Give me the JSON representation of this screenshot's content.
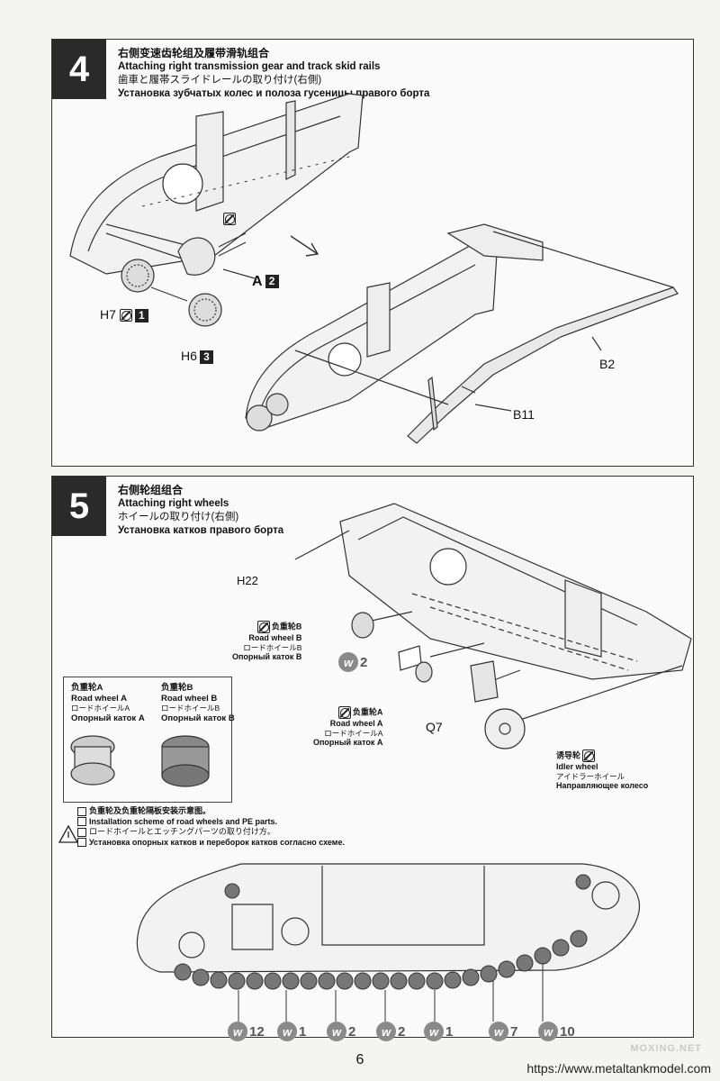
{
  "step4": {
    "number": "4",
    "title_cn": "右侧变速齿轮组及履带滑轨组合",
    "title_en": "Attaching right transmission gear and track skid rails",
    "title_jp": "歯車と履帯スライドレールの取り付け(右側)",
    "title_ru": "Установка зубчатых колес и полоза гусеницы правого борта",
    "parts": {
      "a_label": "A",
      "a_num": "2",
      "h7_label": "H7",
      "h7_num": "1",
      "h6_label": "H6",
      "h6_num": "3",
      "b2_label": "B2",
      "b11_label": "B11"
    }
  },
  "step5": {
    "number": "5",
    "title_cn": "右侧轮组组合",
    "title_en": "Attaching right wheels",
    "title_jp": "ホイールの取り付け(右側)",
    "title_ru": "Установка катков правого борта",
    "parts": {
      "h22_label": "H22",
      "road_wheel_b": {
        "cn": "负重轮B",
        "en": "Road wheel B",
        "jp": "ロードホイールB",
        "ru": "Опорный каток B"
      },
      "w2_num": "2",
      "road_wheel_a": {
        "cn": "负重轮A",
        "en": "Road wheel A",
        "jp": "ロードホイールA",
        "ru": "Опорный каток A"
      },
      "q7_label": "Q7",
      "idler": {
        "cn": "诱导轮",
        "en": "Idler wheel",
        "jp": "アイドラーホイール",
        "ru": "Направляющее колесо"
      }
    },
    "legend": {
      "a": {
        "cn": "负重轮A",
        "en": "Road wheel A",
        "jp": "ロードホイールA",
        "ru": "Опорный каток A"
      },
      "b": {
        "cn": "负重轮B",
        "en": "Road wheel B",
        "jp": "ロードホイールB",
        "ru": "Опорный каток B"
      }
    },
    "instructions": {
      "cn": "负重轮及负重轮隔板安装示意图。",
      "en": "Installation scheme of road wheels and PE parts.",
      "jp": "ロードホイールとエッチングパーツの取り付け方。",
      "ru": "Установка опорных катков и переборок катков согласно схеме."
    },
    "w_letter": "w",
    "w_badges": [
      "12",
      "1",
      "2",
      "2",
      "1",
      "7",
      "10"
    ]
  },
  "page_number": "6",
  "watermark": "MOXING.NET",
  "url": "https://www.metaltankmodel.com"
}
